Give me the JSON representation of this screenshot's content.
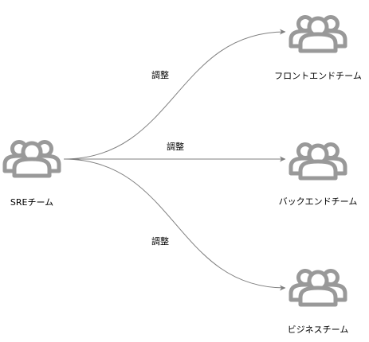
{
  "colors": {
    "icon": "#999999",
    "edge": "#7f7f7f",
    "text": "#000000",
    "background": "#ffffff"
  },
  "nodes": {
    "sre": {
      "label": "SREチーム",
      "icon": "user-group-icon"
    },
    "frontend": {
      "label": "フロントエンドチーム",
      "icon": "user-group-icon"
    },
    "backend": {
      "label": "バックエンドチーム",
      "icon": "user-group-icon"
    },
    "business": {
      "label": "ビジネスチーム",
      "icon": "user-group-icon"
    }
  },
  "edges": [
    {
      "from": "sre",
      "to": "frontend",
      "label": "調整"
    },
    {
      "from": "sre",
      "to": "backend",
      "label": "調整"
    },
    {
      "from": "sre",
      "to": "business",
      "label": "調整"
    }
  ]
}
